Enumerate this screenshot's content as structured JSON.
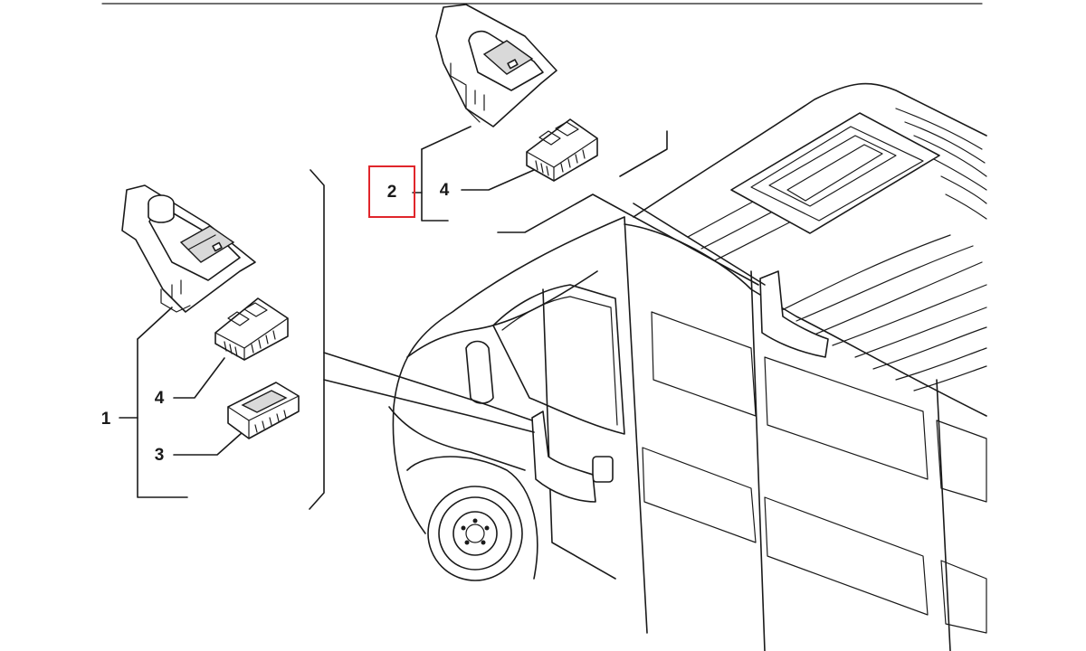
{
  "callouts": {
    "label_1": "1",
    "label_2": "2",
    "label_3": "3",
    "label_4_left": "4",
    "label_4_top": "4"
  },
  "highlight": {
    "target": "2",
    "color": "#e0262b"
  },
  "colors": {
    "line": "#1a1a1a",
    "background": "#ffffff"
  }
}
